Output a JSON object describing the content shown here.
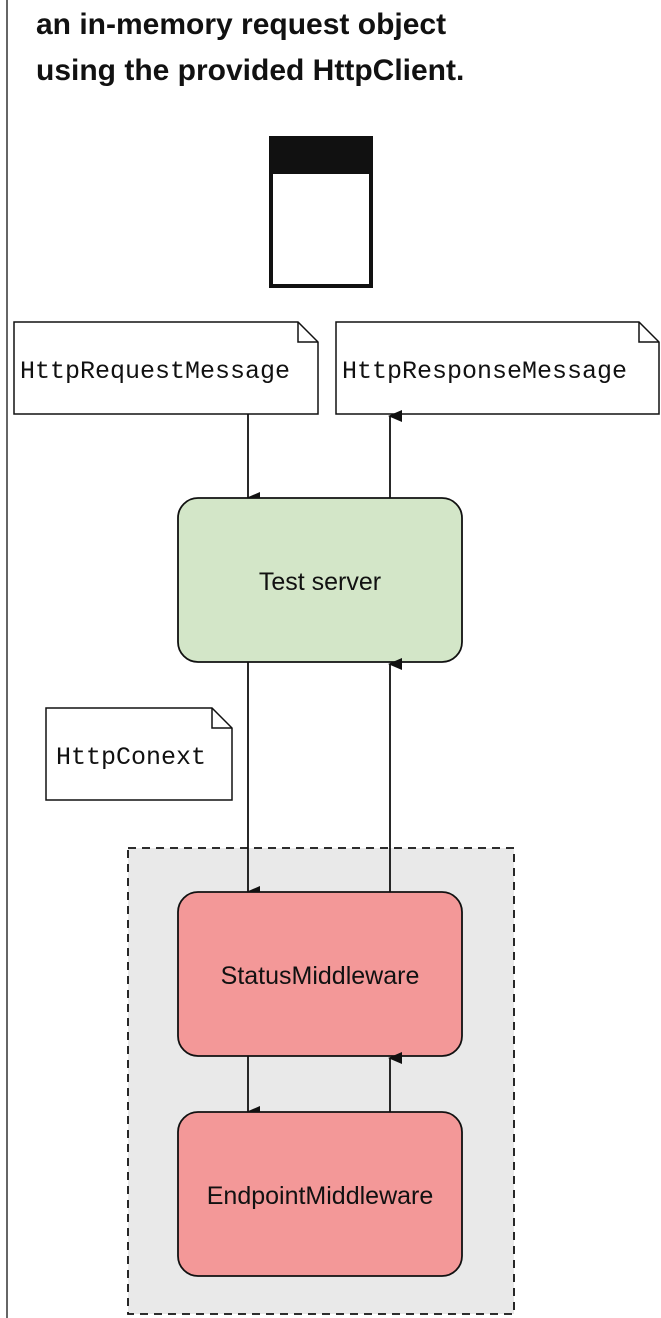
{
  "caption": {
    "line1": "an in-memory request object",
    "line2": "using the provided HttpClient."
  },
  "icons": {
    "client": "window-icon"
  },
  "notes": {
    "request": "HttpRequestMessage",
    "response": "HttpResponseMessage",
    "context": "HttpConext"
  },
  "nodes": {
    "test_server": "Test server",
    "status_middleware": "StatusMiddleware",
    "endpoint_middleware": "EndpointMiddleware"
  },
  "colors": {
    "server_fill": "#d3e6c8",
    "middleware_fill": "#f39898",
    "pipeline_fill": "#e9e9e9",
    "stroke": "#111111"
  }
}
